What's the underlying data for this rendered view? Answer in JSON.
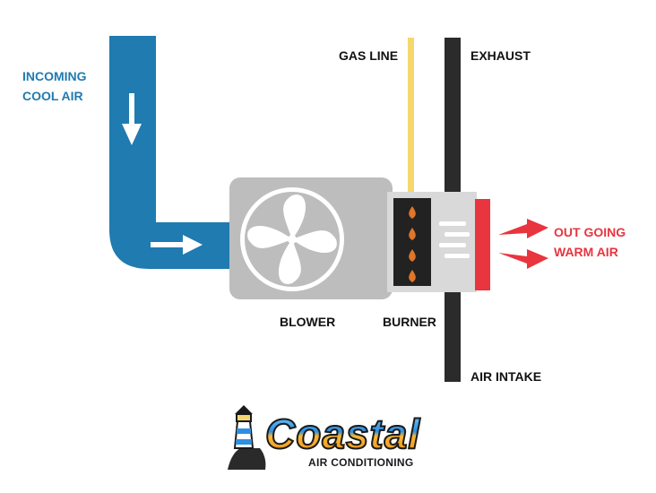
{
  "labels": {
    "incoming": [
      "INCOMING",
      "COOL AIR"
    ],
    "gas_line": "GAS LINE",
    "exhaust": "EXHAUST",
    "outgoing": [
      "OUT GOING",
      "WARM AIR"
    ],
    "blower": "BLOWER",
    "burner": "BURNER",
    "air_intake": "AIR INTAKE"
  },
  "logo": {
    "word": "Coastal",
    "subtitle": "AIR CONDITIONING"
  },
  "colors": {
    "duct_blue": "#1f7bb0",
    "gas_yellow": "#f5d76e",
    "exhaust_pipe": "#2b2b2b",
    "blower_gray": "#bdbdbd",
    "outlet_red": "#e8353e",
    "flame": "#e0762a"
  },
  "icons": [
    "fan-icon",
    "flame-icon",
    "lighthouse-icon"
  ]
}
